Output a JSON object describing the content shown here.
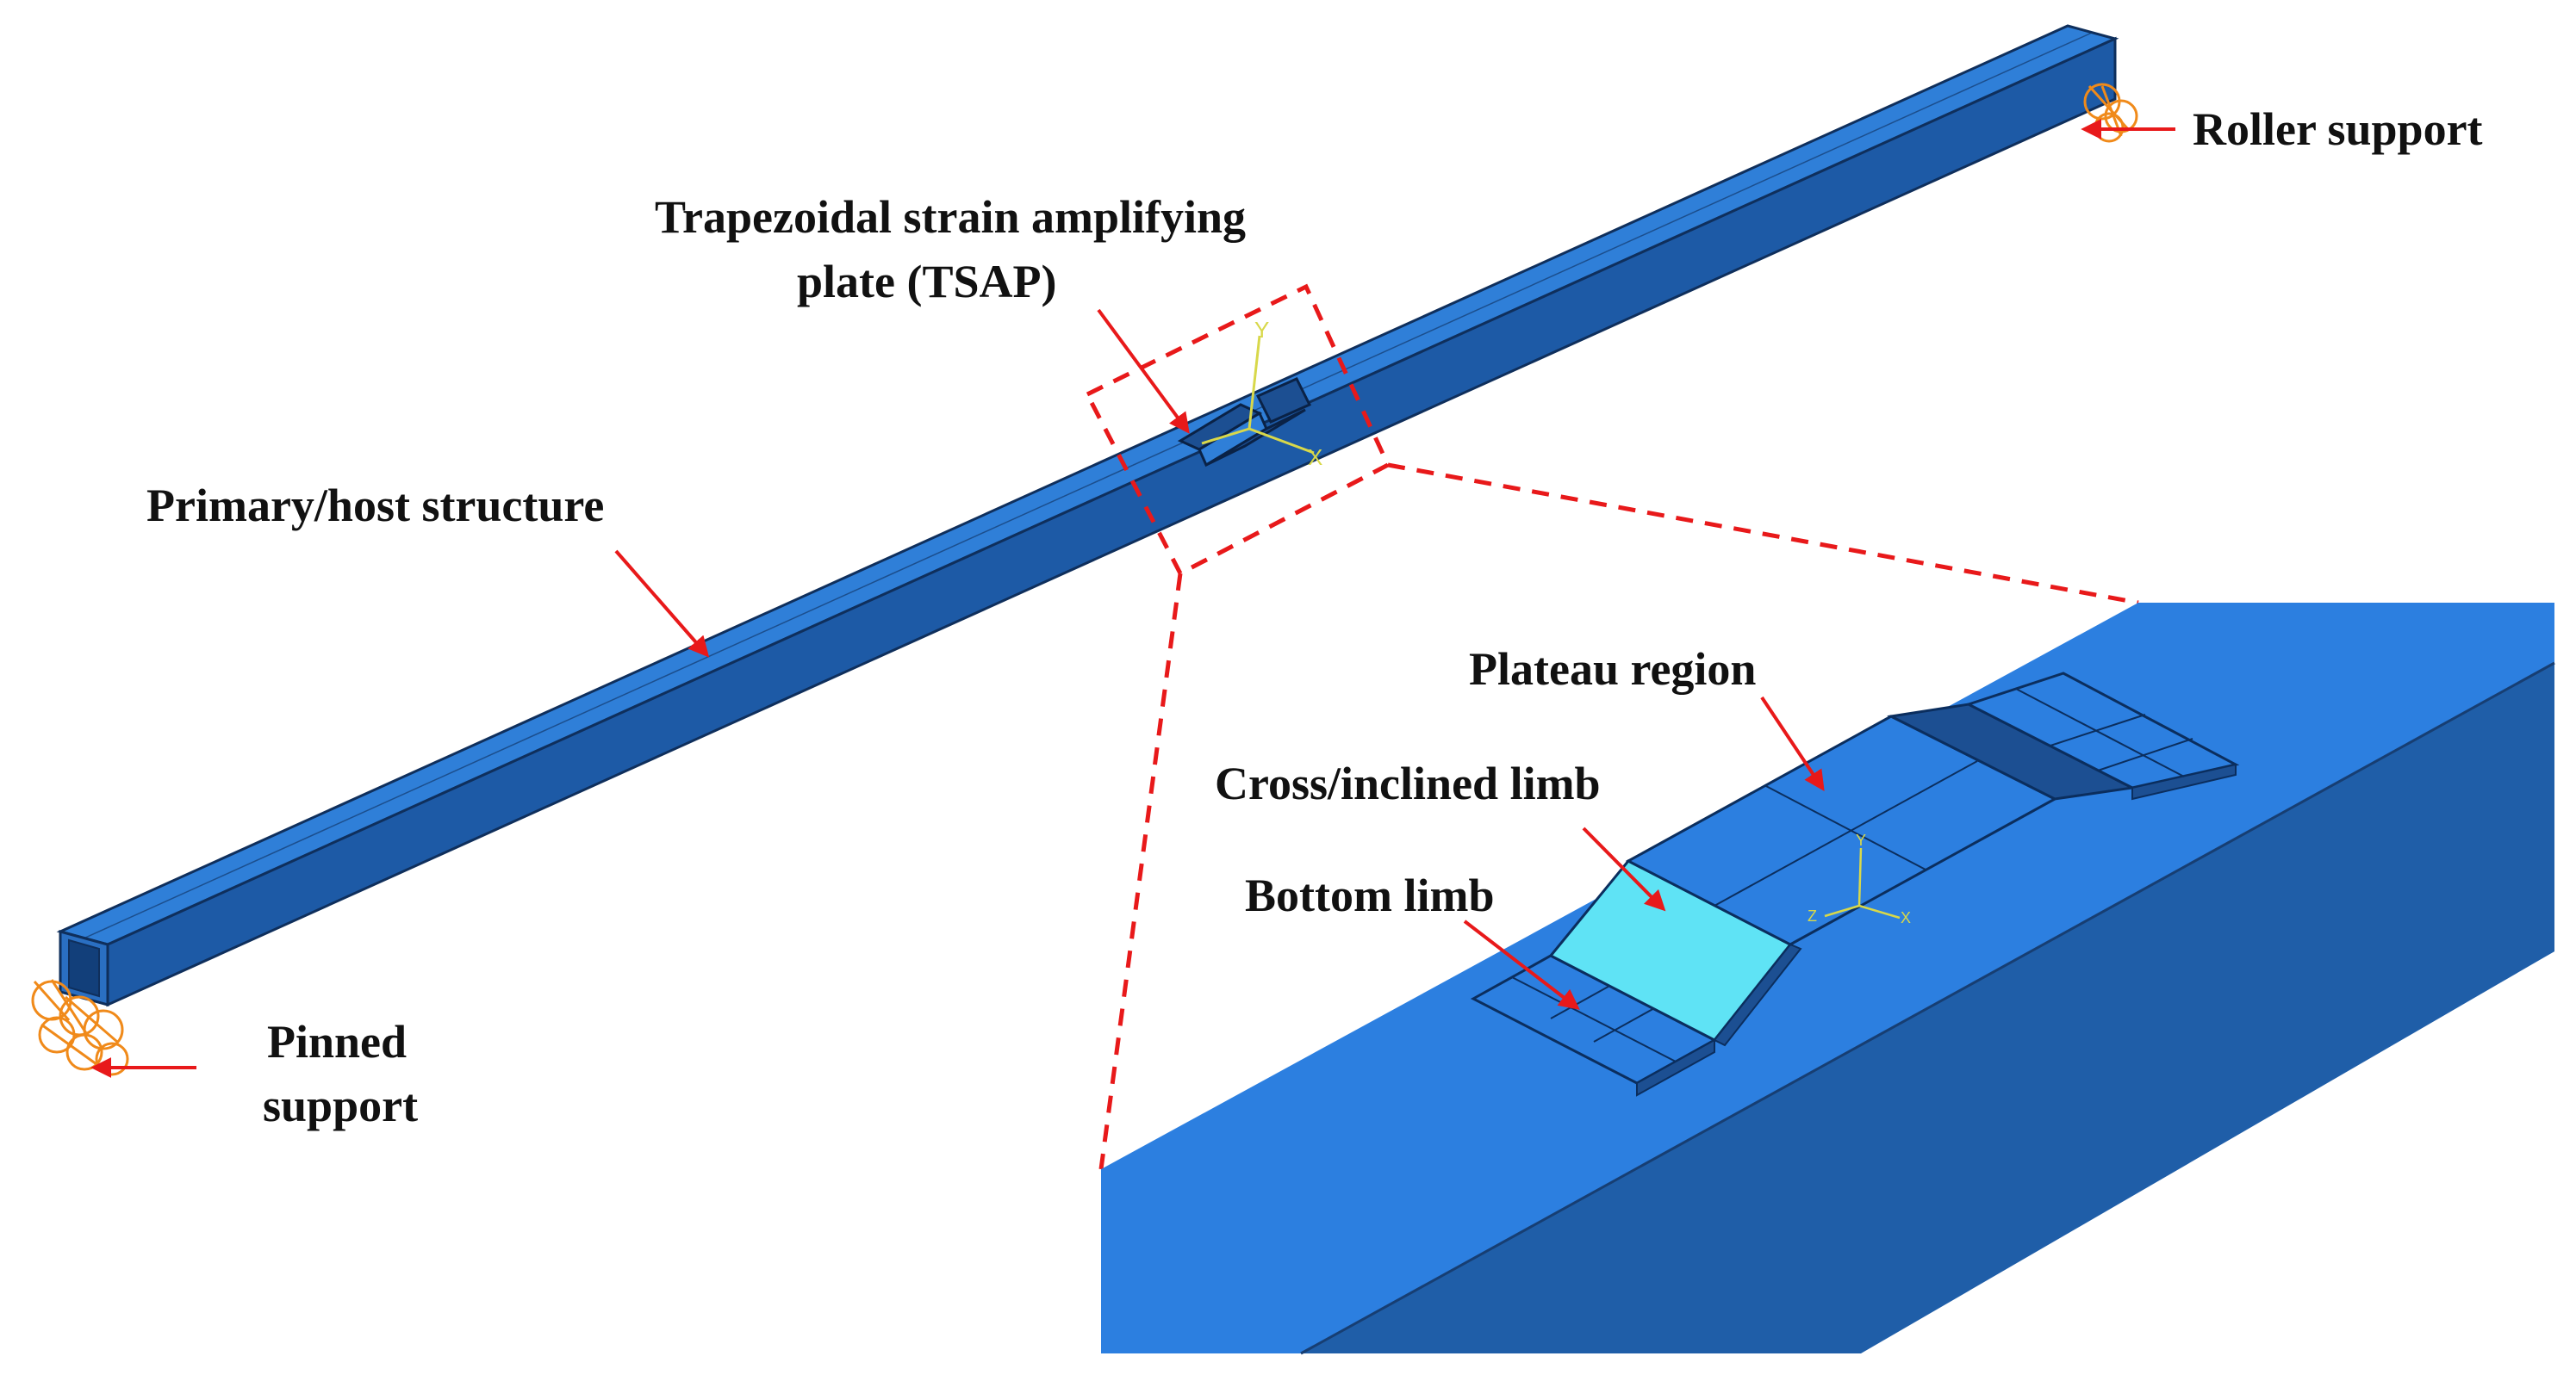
{
  "labels": {
    "roller_support": "Roller support",
    "tsap_line1": "Trapezoidal strain amplifying",
    "tsap_line2": "plate (TSAP)",
    "primary_structure": "Primary/host structure",
    "pinned_line1": "Pinned",
    "pinned_line2": "support",
    "plateau_region": "Plateau region",
    "cross_limb": "Cross/inclined limb",
    "bottom_limb": "Bottom limb"
  },
  "axes": {
    "y": "Y",
    "x": "X",
    "inset_y": "Y",
    "inset_z": "Z",
    "inset_x": "X"
  },
  "colors": {
    "beam_top": "#2f7fd8",
    "beam_side": "#1d5aa6",
    "beam_edge": "#0f2f5c",
    "inset_top": "#2c7fe0",
    "inset_side": "#1f5ea8",
    "inclined_limb": "#5fe3f5",
    "arrow": "#e8191a",
    "dash": "#e8191a",
    "support": "#f08a1a",
    "axis": "#d8d84a"
  }
}
